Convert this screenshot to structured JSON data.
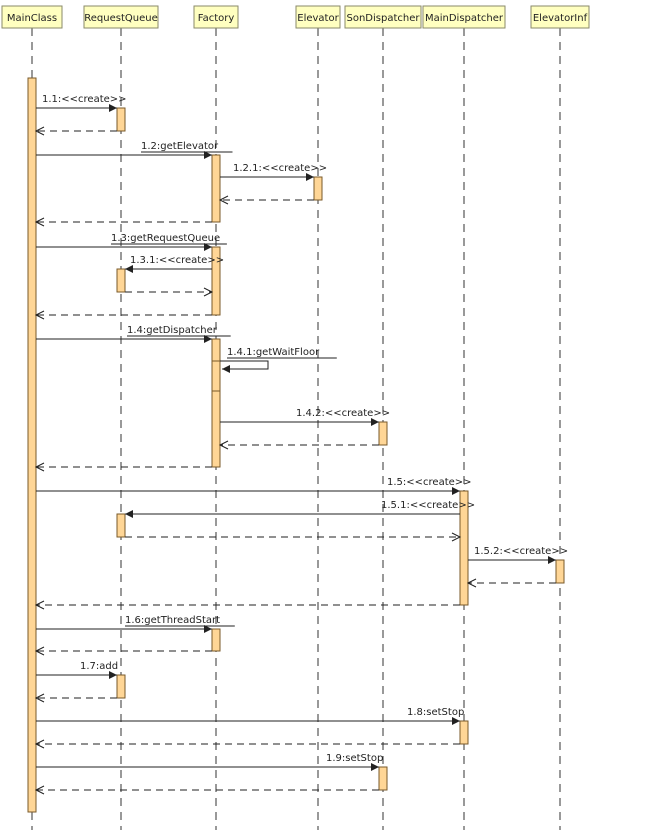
{
  "participants": [
    {
      "id": "MainClass",
      "label": "MainClass"
    },
    {
      "id": "RequestQueue",
      "label": "RequestQueue"
    },
    {
      "id": "Factory",
      "label": "Factory"
    },
    {
      "id": "Elevator",
      "label": "Elevator"
    },
    {
      "id": "SonDispatcher",
      "label": "SonDispatcher"
    },
    {
      "id": "MainDispatcher",
      "label": "MainDispatcher"
    },
    {
      "id": "ElevatorInf",
      "label": "ElevatorInf"
    }
  ],
  "messages": [
    {
      "id": "m1",
      "label": "1.1:<<create>>",
      "from": "MainClass",
      "to": "RequestQueue",
      "return": true
    },
    {
      "id": "m2",
      "label": "1.2:getElevator",
      "from": "MainClass",
      "to": "Factory",
      "return": true
    },
    {
      "id": "m3",
      "label": "1.2.1:<<create>>",
      "from": "Factory",
      "to": "Elevator",
      "return": true
    },
    {
      "id": "m4",
      "label": "1.3:getRequestQueue",
      "from": "MainClass",
      "to": "Factory",
      "return": true
    },
    {
      "id": "m5",
      "label": "1.3.1:<<create>>",
      "from": "Factory",
      "to": "RequestQueue",
      "return": true
    },
    {
      "id": "m6",
      "label": "1.4:getDispatcher",
      "from": "MainClass",
      "to": "Factory",
      "return": true
    },
    {
      "id": "m7",
      "label": "1.4.1:getWaitFloor",
      "from": "Factory",
      "to": "Factory",
      "self": true
    },
    {
      "id": "m8",
      "label": "1.4.2:<<create>>",
      "from": "Factory",
      "to": "SonDispatcher",
      "return": true
    },
    {
      "id": "m9",
      "label": "1.5:<<create>>",
      "from": "MainClass",
      "to": "MainDispatcher",
      "return": true
    },
    {
      "id": "m10",
      "label": "1.5.1:<<create>>",
      "from": "MainDispatcher",
      "to": "RequestQueue",
      "return": true
    },
    {
      "id": "m11",
      "label": "1.5.2:<<create>>",
      "from": "MainDispatcher",
      "to": "ElevatorInf",
      "return": true
    },
    {
      "id": "m12",
      "label": "1.6:getThreadStart",
      "from": "MainClass",
      "to": "Factory",
      "return": true
    },
    {
      "id": "m13",
      "label": "1.7:add",
      "from": "MainClass",
      "to": "RequestQueue",
      "return": true
    },
    {
      "id": "m14",
      "label": "1.8:setStop",
      "from": "MainClass",
      "to": "MainDispatcher",
      "return": true
    },
    {
      "id": "m15",
      "label": "1.9:setStop",
      "from": "MainClass",
      "to": "SonDispatcher",
      "return": true
    }
  ]
}
